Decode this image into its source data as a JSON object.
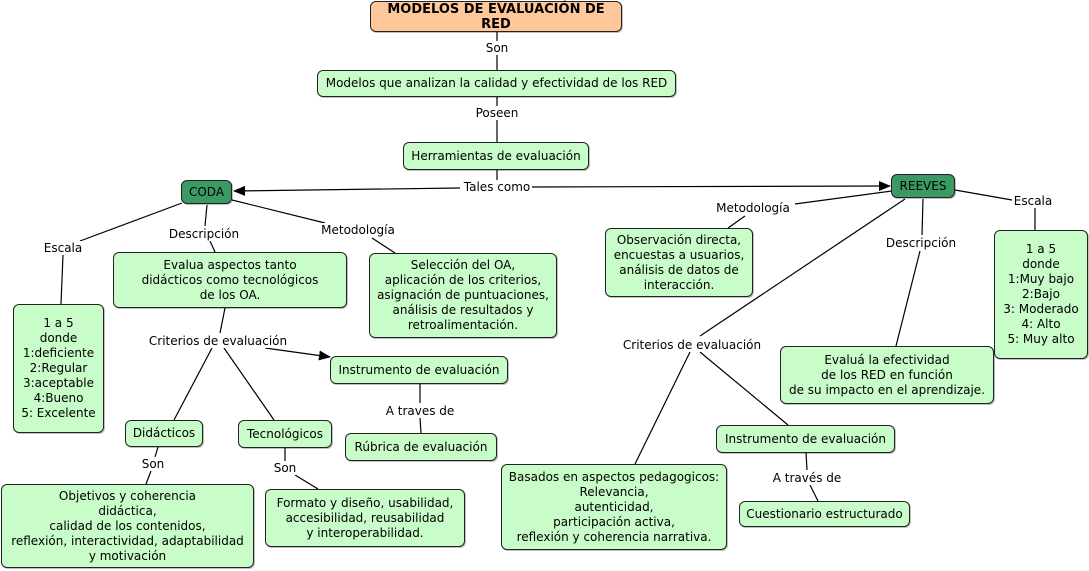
{
  "diagram": {
    "title": "MODELOS DE EVALUACIÓN DE RED",
    "colors": {
      "root_fill": "#ffc89a",
      "concept_fill": "#c8fcc8",
      "model_fill": "#3b9a64",
      "border": "#222222",
      "link": "#000000"
    },
    "nodes": {
      "root": "MODELOS DE EVALUACIÓN DE RED",
      "modelos": "Modelos que analizan la calidad y efectividad de los RED",
      "herramientas": "Herramientas de evaluación",
      "coda": "CODA",
      "reeves": "REEVES",
      "coda_escala": "1 a 5\ndonde\n1:deficiente\n2:Regular\n3:aceptable\n4:Bueno\n5: Excelente",
      "coda_descripcion": "Evalua aspectos tanto\ndidácticos como tecnológicos\nde los OA.",
      "coda_metodologia": "Selección del OA,\naplicación de los criterios,\nasignación de puntuaciones,\nanálisis de resultados y\nretroalimentación.",
      "coda_instrumento": "Instrumento de evaluación",
      "coda_rubrica": "Rúbrica de evaluación",
      "didacticos": "Didácticos",
      "tecnologicos": "Tecnológicos",
      "didacticos_detalle": "Objetivos y coherencia\ndidáctica,\ncalidad de los contenidos,\nreflexión, interactividad, adaptabilidad\ny motivación",
      "tecnologicos_detalle": "Formato y diseño, usabilidad,\naccesibilidad, reusabilidad\ny interoperabilidad.",
      "reeves_metodologia": "Observación directa,\nencuestas a usuarios,\nanálisis de datos de\ninteracción.",
      "reeves_escala": "1 a 5\ndonde\n1:Muy bajo\n2:Bajo\n3: Moderado\n4: Alto\n5: Muy alto",
      "reeves_descripcion": "Evaluá la efectividad\nde los RED en función\nde su impacto en el aprendizaje.",
      "reeves_criterios": "Basados en aspectos pedagogicos:\nRelevancia,\nautenticidad,\nparticipación activa,\nreflexión y coherencia narrativa.",
      "reeves_instrumento": "Instrumento de evaluación",
      "reeves_cuestionario": "Cuestionario estructurado"
    },
    "link_labels": {
      "son": "Son",
      "poseen": "Poseen",
      "tales_como": "Tales como",
      "coda_escala": "Escala",
      "coda_descripcion": "Descripción",
      "coda_metodologia": "Metodología",
      "coda_criterios": "Criterios de evaluación",
      "coda_a_traves": "A traves de",
      "didacticos_son": "Son",
      "tecnologicos_son": "Son",
      "reeves_metodologia": "Metodología",
      "reeves_escala": "Escala",
      "reeves_descripcion": "Descripción",
      "reeves_criterios": "Criterios de evaluación",
      "reeves_a_traves": "A través de"
    }
  }
}
